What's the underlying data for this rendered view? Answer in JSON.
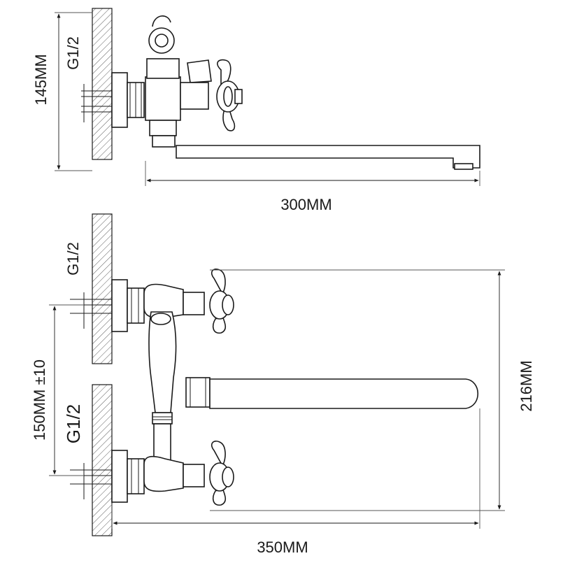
{
  "top_view": {
    "height_label": "145MM",
    "thread_label": "G1/2",
    "spout_length_label": "300MM"
  },
  "front_view": {
    "upper_thread_label": "G1/2",
    "lower_thread_label": "G1/2",
    "center_distance_label": "150MM ±10",
    "height_label": "216MM",
    "width_label": "350MM"
  },
  "colors": {
    "line": "#1a1a1a",
    "dim_line": "#555555",
    "hatch": "#333333",
    "background": "#ffffff"
  }
}
